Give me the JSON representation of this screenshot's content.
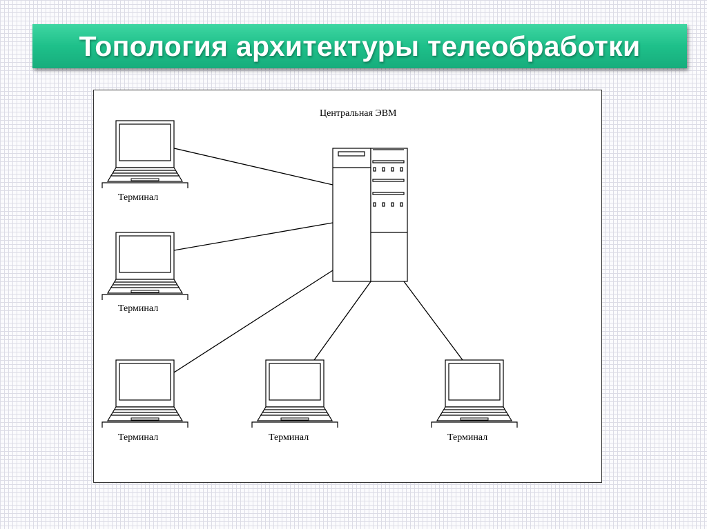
{
  "title": "Топология архитектуры телеобработки",
  "diagram": {
    "central": {
      "label": "Центральная ЭВМ"
    },
    "terminals": [
      {
        "label": "Терминал"
      },
      {
        "label": "Терминал"
      },
      {
        "label": "Терминал"
      },
      {
        "label": "Терминал"
      },
      {
        "label": "Терминал"
      }
    ]
  }
}
